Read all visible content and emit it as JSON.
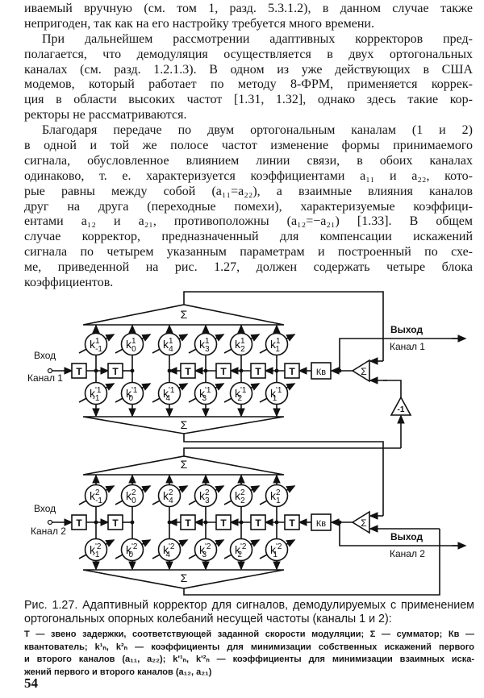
{
  "body_lines": [
    "ивaемый вручную (см. том 1, разд. 5.3.1.2), в данном случае также",
    "непригоден, так как на его настройку требуется много времени.",
    "При дальнейшем рассмотрении адаптивных корректоров пред-",
    "полагается, что демодуляция осуществляется в двух ортогональных",
    "каналах (см. разд. 1.2.1.3). В одном из уже действующих в США",
    "модемов, который работает по методу 8-ФРМ, применяется коррек-",
    "ция в области высоких частот [1.31, 1.32], однако здесь такие кор-",
    "ректоры не рассматриваются.",
    "Благодаря передаче по двум ортогональным каналам (1 и 2)",
    "в одной и той же полосе частот изменение формы принимаемого",
    "сигнала, обусловленное влиянием линии связи, в обоих каналах",
    "одинаково, т. е. характеризуется коэффициентами a₁₁ и a₂₂, кото-",
    "рые равны между собой (a₁₁=a₂₂), а взаимные влияния каналов",
    "друг на друга (переходные помехи), характеризуемые коэффици-",
    "ентами a₁₂ и a₂₁, противоположны (a₁₂=−a₂₁) [1.33]. В общем",
    "случае корректор, предназначенный для компенсации искажений",
    "сигнала по четырем указанным параметрам и построенный по схе-",
    "ме, приведенной на рис. 1.27, должен содержать четыре блока",
    "коэффициентов."
  ],
  "figure": {
    "sum_symbol": "Σ",
    "delay_label": "T",
    "quantizer_label": "Кв",
    "inverter_label": "-1",
    "channels": [
      {
        "input_label": "Вход",
        "output_label": "Выход",
        "channel_label": "Канал 1",
        "top_coeffs": [
          {
            "sup": "1",
            "sub": "-1"
          },
          {
            "sup": "1",
            "sub": "0"
          },
          {
            "sup": "1",
            "sub": "4"
          },
          {
            "sup": "1",
            "sub": "3"
          },
          {
            "sup": "1",
            "sub": "2"
          },
          {
            "sup": "1",
            "sub": "1"
          }
        ],
        "bottom_coeffs": [
          {
            "sup": "'1",
            "sub": "-1"
          },
          {
            "sup": "'1",
            "sub": "0"
          },
          {
            "sup": "'1",
            "sub": "4"
          },
          {
            "sup": "'1",
            "sub": "3"
          },
          {
            "sup": "'1",
            "sub": "2"
          },
          {
            "sup": "'1",
            "sub": "1"
          }
        ]
      },
      {
        "input_label": "Вход",
        "output_label": "Выход",
        "channel_label": "Канал 2",
        "top_coeffs": [
          {
            "sup": "2",
            "sub": "-1"
          },
          {
            "sup": "2",
            "sub": "0"
          },
          {
            "sup": "2",
            "sub": "4"
          },
          {
            "sup": "2",
            "sub": "3"
          },
          {
            "sup": "2",
            "sub": "2"
          },
          {
            "sup": "2",
            "sub": "1"
          }
        ],
        "bottom_coeffs": [
          {
            "sup": "'2",
            "sub": "-1"
          },
          {
            "sup": "'2",
            "sub": "0"
          },
          {
            "sup": "'2",
            "sub": "4"
          },
          {
            "sup": "'2",
            "sub": "3"
          },
          {
            "sup": "'2",
            "sub": "2"
          },
          {
            "sup": "'2",
            "sub": "1"
          }
        ]
      }
    ]
  },
  "caption": {
    "title_lines": [
      "Рис. 1.27. Адаптивный корректор для сигналов, демодулируемых с применением",
      "ортогональных опорных колебаний несущей частоты (каналы 1 и 2):"
    ],
    "legend_lines": [
      "Т — звено задержки, соответствующей заданной скорости модуляции; Σ — сумматор; Кв —",
      "квантователь; k¹ₙ, k²ₙ — коэффициенты для минимизации собственных искажений первого",
      "и второго каналов (a₁₁, a₂₂); k'¹ₙ, k'²ₙ — коэффициенты для минимизации взаимных иска-",
      "жений первого и второго каналов (a₁₂, a₂₁)"
    ]
  },
  "page_number": "54"
}
